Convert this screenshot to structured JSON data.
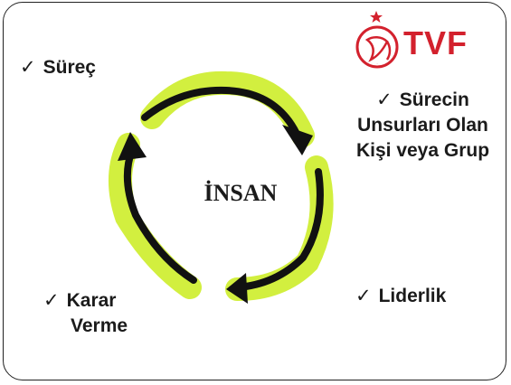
{
  "logo": {
    "text": "TVF",
    "colors": {
      "red": "#d3212d"
    }
  },
  "center": {
    "text": "İNSAN"
  },
  "check_glyph": "✓",
  "nodes": {
    "surec": {
      "lines": [
        "Süreç"
      ]
    },
    "surecin_unsurlari": {
      "lines": [
        "Sürecin",
        "Unsurları Olan",
        "Kişi veya Grup"
      ]
    },
    "liderlik": {
      "lines": [
        "Liderlik"
      ]
    },
    "karar_verme": {
      "lines": [
        "Karar",
        "Verme"
      ]
    }
  },
  "colors": {
    "arrow_fill": "#d2ef3f",
    "arrow_line": "#111111"
  }
}
